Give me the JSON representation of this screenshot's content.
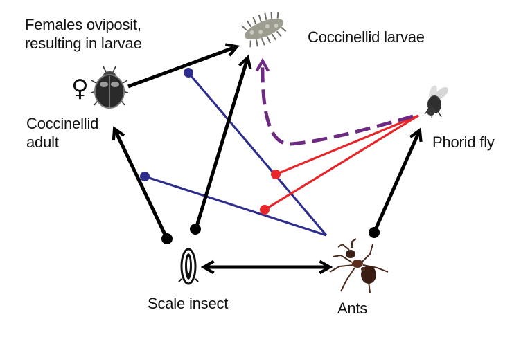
{
  "labels": {
    "females_oviposit": [
      "Females oviposit,",
      "resulting in larvae"
    ],
    "coccinellid_larvae": "Coccinellid larvae",
    "coccinellid_adult": [
      "Coccinellid",
      "adult"
    ],
    "phorid_fly": "Phorid fly",
    "scale_insect": "Scale insect",
    "ants": "Ants",
    "female_symbol": "♀"
  },
  "colors": {
    "black_arrow": "#000000",
    "blue_line": "#2e2d8c",
    "red_line": "#e8262a",
    "purple_dashed": "#6e2a82"
  },
  "icons": {
    "larvae": "coccinellid-larva-icon",
    "adult": "ladybird-beetle-icon",
    "fly": "phorid-fly-icon",
    "scale": "scale-insect-icon",
    "ant": "ant-icon"
  }
}
